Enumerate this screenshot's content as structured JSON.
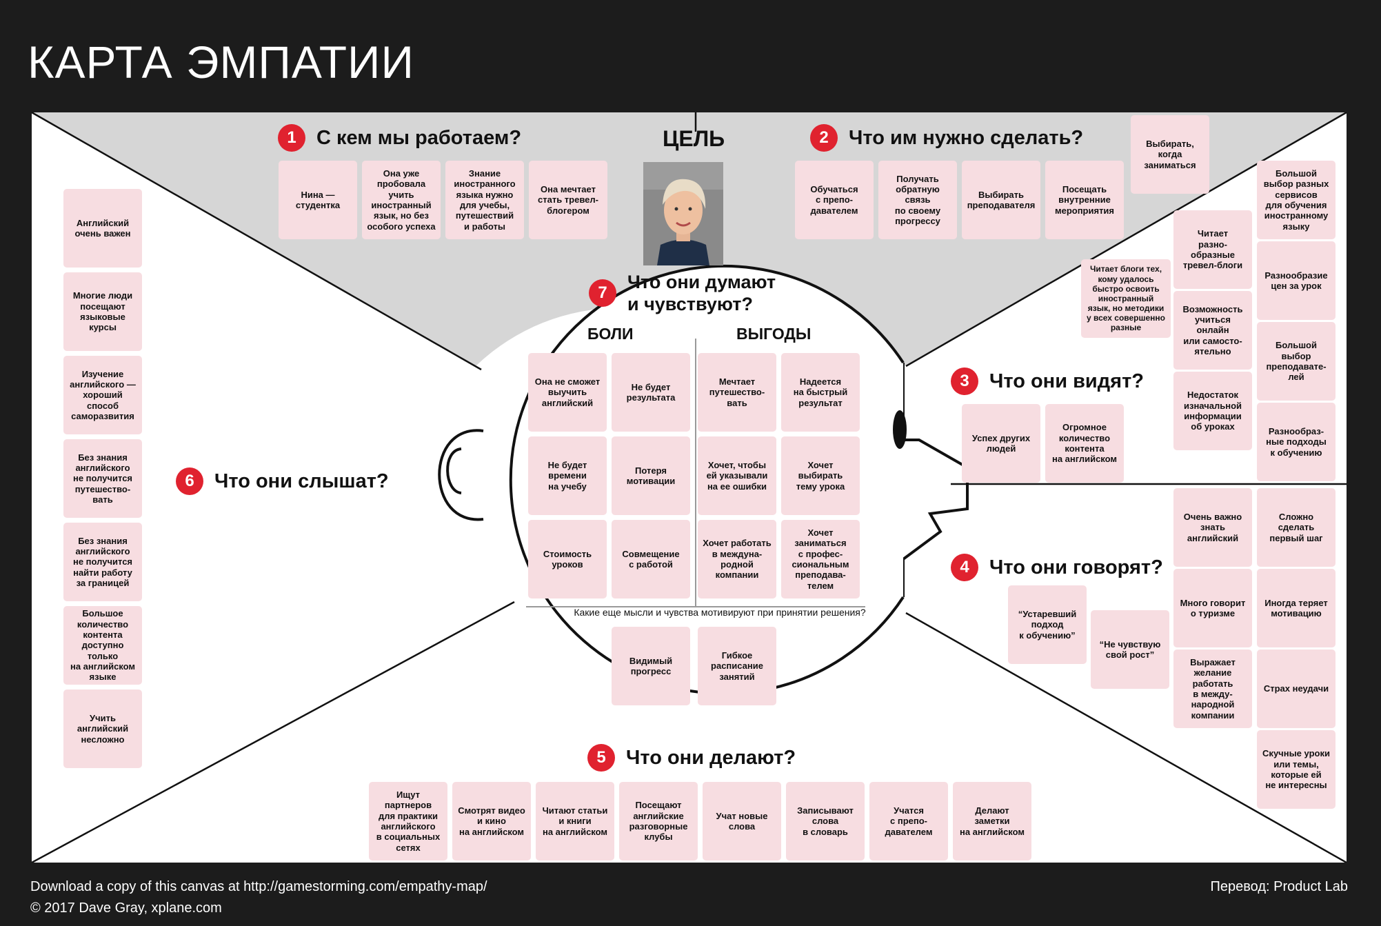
{
  "title": "КАРТА ЭМПАТИИ",
  "goal": "ЦЕЛЬ",
  "sections": {
    "s1": {
      "num": "1",
      "label": "С кем мы работаем?"
    },
    "s2": {
      "num": "2",
      "label": "Что им нужно сделать?"
    },
    "s3": {
      "num": "3",
      "label": "Что они видят?"
    },
    "s4": {
      "num": "4",
      "label": "Что они говорят?"
    },
    "s5": {
      "num": "5",
      "label": "Что они делают?"
    },
    "s6": {
      "num": "6",
      "label": "Что они слышат?"
    },
    "s7": {
      "num": "7",
      "label": "Что они думают\nи чувствуют?"
    }
  },
  "pains_label": "БОЛИ",
  "gains_label": "ВЫГОДЫ",
  "question": "Какие еще мысли и чувства мотивируют при принятии решения?",
  "notes": {
    "who": [
      "Нина —\nстудентка",
      "Она уже\nпробовала\nучить\nиностранный\nязык, но без\nособого успеха",
      "Знание\nиностранного\nязыка нужно\nдля учебы,\nпутешествий\nи работы",
      "Она мечтает\nстать тревел-\nблогером"
    ],
    "do_need": [
      "Обучаться\nс препо-\nдавателем",
      "Получать\nобратную\nсвязь\nпо своему\nпрогрессу",
      "Выбирать\nпреподавателя",
      "Посещать\nвнутренние\nмероприятия"
    ],
    "do_need_extra": "Выбирать,\nкогда\nзаниматься",
    "see_col1": [
      "Читает\nразно-\nобразные\nтревел-блоги",
      "Возможность\nучиться\nонлайн\nили самосто-\nятельно",
      "Недостаток\nизначальной\nинформации\nоб уроках"
    ],
    "see_col2": [
      "Большой\nвыбор разных\nсервисов\nдля обучения\nиностранному\nязыку",
      "Разнообразие\nцен за урок",
      "Большой\nвыбор\nпреподавате-\nлей",
      "Разнообраз-\nные подходы\nк обучению"
    ],
    "see_blog": "Читает блоги тех,\nкому удалось\nбыстро освоить\nиностранный\nязык, но методики\nу всех совершенно\nразные",
    "see": [
      "Успех других\nлюдей",
      "Огромное\nколичество\nконтента\nна английском"
    ],
    "say_col1": [
      "Очень важно\nзнать\nанглийский",
      "Много говорит\nо туризме",
      "Выражает\nжелание\nработать\nв между-\nнародной\nкомпании"
    ],
    "say_col2": [
      "Сложно\nсделать\nпервый шаг",
      "Иногда теряет\nмотивацию",
      "Страх неудачи",
      "Скучные уроки\nили темы,\nкоторые ей\nне интересны"
    ],
    "say": [
      "“Устаревший\nподход\nк обучению”",
      "“Не чувствую\nсвой рост”"
    ],
    "doing": [
      "Ищут\nпартнеров\nдля практики\nанглийского\nв социальных\nсетях",
      "Смотрят видео\nи кино\nна английском",
      "Читают статьи\nи книги\nна английском",
      "Посещают\nанглийские\nразговорные\nклубы",
      "Учат новые\nслова",
      "Записывают\nслова\nв словарь",
      "Учатся\nс препо-\nдавателем",
      "Делают\nзаметки\nна английском"
    ],
    "hear": [
      "Английский\nочень важен",
      "Многие люди\nпосещают\nязыковые\nкурсы",
      "Изучение\nанглийского —\nхороший\nспособ\nсаморазвития",
      "Без знания\nанглийского\nне получится\nпутешество-\nвать",
      "Без знания\nанглийского\nне получится\nнайти работу\nза границей",
      "Большое\nколичество\nконтента\nдоступно\nтолько\nна английском\nязыке",
      "Учить\nанглийский\nнесложно"
    ],
    "pains": [
      "Она не сможет\nвыучить\nанглийский",
      "Не будет\nрезультата",
      "Не будет\nвремени\nна учебу",
      "Потеря\nмотивации",
      "Стоимость\nуроков",
      "Совмещение\nс работой"
    ],
    "gains": [
      "Мечтает\nпутешество-\nвать",
      "Надеется\nна быстрый\nрезультат",
      "Хочет, чтобы\nей указывали\nна ее ошибки",
      "Хочет\nвыбирать\nтему урока",
      "Хочет работать\nв междуна-\nродной\nкомпании",
      "Хочет\nзаниматься\nс профес-\nсиональным\nпреподава-\nтелем"
    ],
    "other": [
      "Видимый\nпрогресс",
      "Гибкое\nрасписание\nзанятий"
    ]
  },
  "footer": {
    "download": "Download a copy of this canvas at http://gamestorming.com/empathy-map/",
    "copyright": "© 2017 Dave Gray, xplane.com",
    "translation": "Перевод: Product Lab"
  },
  "colors": {
    "background": "#1c1c1c",
    "note": "#f7dde1",
    "badge": "#e0222f",
    "goal_area": "#d6d6d6"
  }
}
